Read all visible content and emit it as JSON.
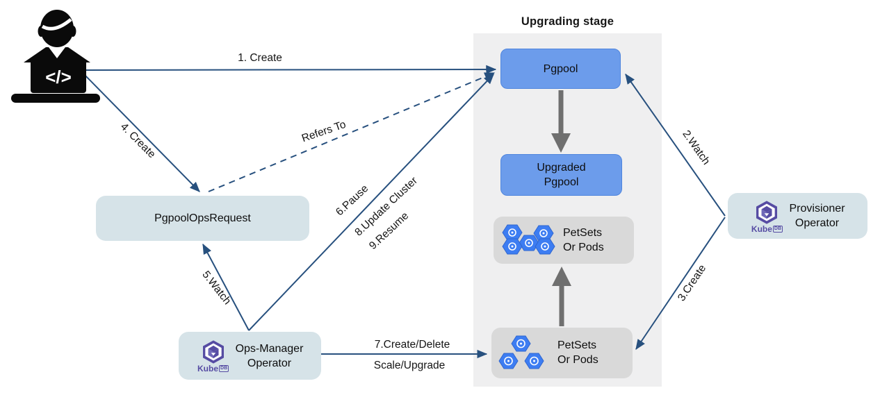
{
  "title": "Upgrading stage",
  "user": {
    "laptop_code_glyph": "</>"
  },
  "nodes": {
    "pgpool": {
      "label": "Pgpool"
    },
    "upgraded_pgpool": {
      "line1": "Upgraded",
      "line2": "Pgpool"
    },
    "petsets_upper": {
      "line1": "PetSets",
      "line2": "Or Pods"
    },
    "petsets_lower": {
      "line1": "PetSets",
      "line2": "Or Pods"
    },
    "pgpool_ops_request": {
      "label": "PgpoolOpsRequest"
    },
    "ops_manager": {
      "line1": "Ops-Manager",
      "line2": "Operator"
    },
    "provisioner": {
      "line1": "Provisioner",
      "line2": "Operator"
    }
  },
  "edges": {
    "e1_create": "1. Create",
    "e2_watch": "2.Watch",
    "e3_create": "3.Create",
    "e4_create": "4. Create",
    "e5_watch": "5.Watch",
    "e6_pause": "6.Pause",
    "e8_update_cluster": "8.Update Cluster",
    "e9_resume": "9.Resume",
    "e7_line1": "7.Create/Delete",
    "e7_line2": "Scale/Upgrade",
    "refers_to": "Refers To"
  },
  "logo": {
    "kube": "Kube",
    "db": "DB"
  },
  "colors": {
    "arrow_blue": "#27507E",
    "node_blue": "#6C9CEB",
    "node_blue_border": "#4F85DD",
    "panel_gray": "#EFEFF0",
    "petset_gray": "#D9D9D9",
    "operator_box": "#D6E3E8",
    "kubedb_purple": "#564CA3",
    "pod_blue": "#3D7DF2",
    "thick_arrow_gray": "#6F6F6F"
  }
}
